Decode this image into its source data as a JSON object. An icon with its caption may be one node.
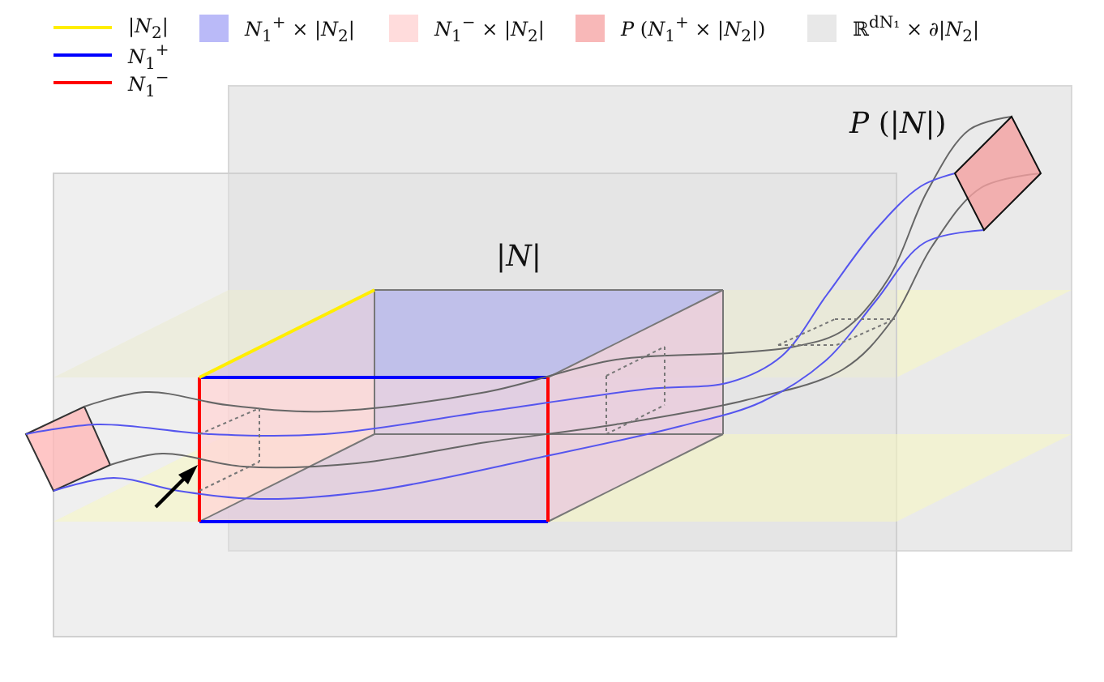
{
  "diagram": {
    "labels": [
      "|*N*|",
      "*P* (|*N*|)"
    ],
    "legend": [
      {
        "text": "|*N*$_{2}$|"
      },
      {
        "text": "*N*$_{1}$$^{+}$ × |*N*$_{2}$|",
        "color": "#babaf8"
      },
      {
        "text": "*N*$_{1}$$^{−}$ × |*N*$_{2}$|",
        "color": "#ffdcdc"
      },
      {
        "text": "*P* (*N*$_{1}$$^{+}$ × |*N*$_{2}$|)",
        "color": "#f8b8b8"
      },
      {
        "text": "ℝ$^{dN₁}$ × ∂|*N*$_{2}$|",
        "color": "#e8e8e8"
      },
      {
        "text": "*N*$_{1}$$^{+}$"
      },
      {
        "text": "*N*$_{1}$$^{−}$"
      }
    ]
  }
}
